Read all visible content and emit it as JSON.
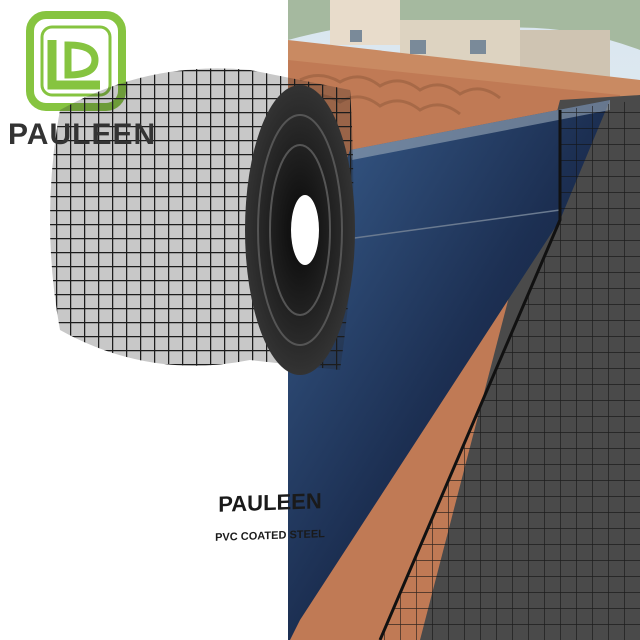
{
  "brand": {
    "logo_text": "PAULEEN",
    "logo_color": "#86c440"
  },
  "box": {
    "brand": "PAULEEN",
    "subtitle": "PVC COATED STEEL",
    "color": "#e9a955"
  },
  "icons": [
    "mesh-roll",
    "cardboard-box",
    "fastener-washers",
    "steel-stakes",
    "solar-panel-mesh"
  ]
}
